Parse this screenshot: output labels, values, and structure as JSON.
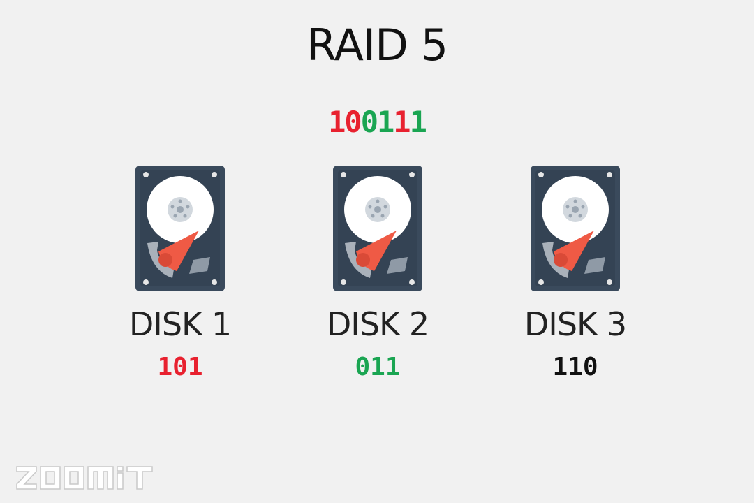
{
  "title": "RAID 5",
  "data_stripe": {
    "bits": [
      {
        "value": "1",
        "color": "#e8212f"
      },
      {
        "value": "0",
        "color": "#e8212f"
      },
      {
        "value": "0",
        "color": "#1aa552"
      },
      {
        "value": "1",
        "color": "#1aa552"
      },
      {
        "value": "1",
        "color": "#e8212f"
      },
      {
        "value": "1",
        "color": "#1aa552"
      }
    ]
  },
  "disks": [
    {
      "label": "DISK 1",
      "bits": "101",
      "bits_color": "#e8212f",
      "icon": "hard-drive-icon"
    },
    {
      "label": "DISK 2",
      "bits": "011",
      "bits_color": "#1aa552",
      "icon": "hard-drive-icon"
    },
    {
      "label": "DISK 3",
      "bits": "110",
      "bits_color": "#111111",
      "icon": "hard-drive-icon"
    }
  ],
  "watermark": {
    "text": "ZOOMIT",
    "icon": "zoomit-logo"
  },
  "colors": {
    "background": "#f1f1f1",
    "drive_body": "#3a4a5c",
    "platter": "#ffffff",
    "actuator_arm": "#ef5a45",
    "red_bits": "#e8212f",
    "green_bits": "#1aa552",
    "parity_bits": "#111111"
  }
}
